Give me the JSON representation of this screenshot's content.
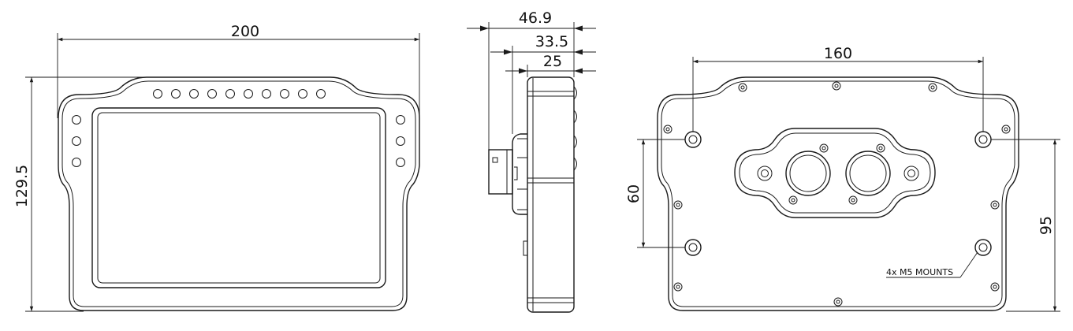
{
  "dimensions": {
    "front_width": "200",
    "front_height": "129.5",
    "side_total_depth": "46.9",
    "side_mid_depth": "33.5",
    "side_body_depth": "25",
    "rear_mount_spacing_x": "160",
    "rear_mount_spacing_y_inner": "60",
    "rear_mount_spacing_y_outer": "95"
  },
  "notes": {
    "mounts": "4x M5 MOUNTS"
  },
  "counts": {
    "top_leds": 10,
    "side_leds_each": 3
  }
}
